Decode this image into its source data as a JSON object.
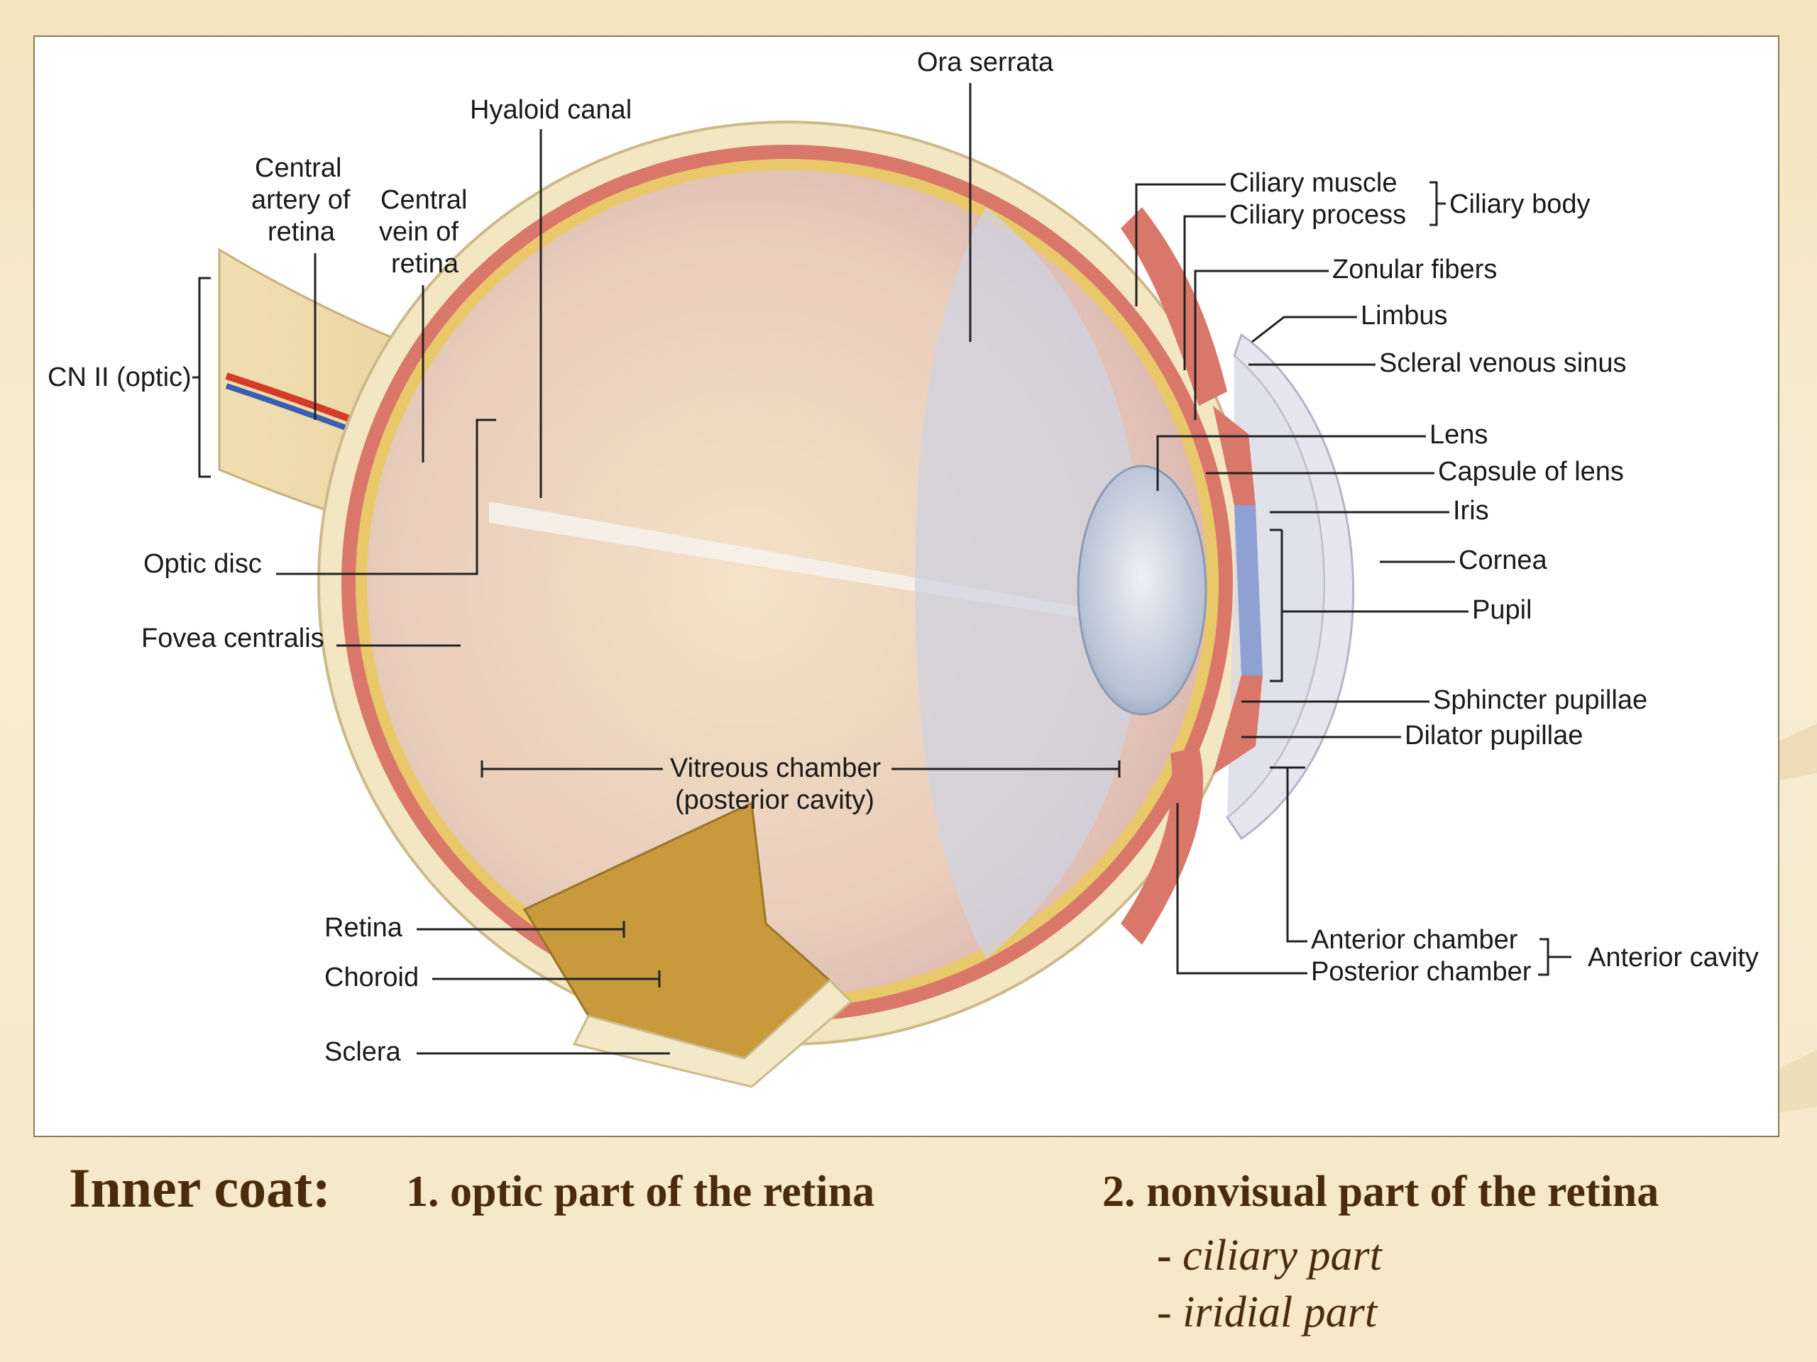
{
  "labels": {
    "ora_serrata": "Ora serrata",
    "hyaloid_canal": "Hyaloid canal",
    "central_artery": [
      "Central",
      "artery of",
      "retina"
    ],
    "central_vein": [
      "Central",
      "vein of",
      "retina"
    ],
    "cn_ii": "CN II (optic)",
    "optic_disc": "Optic disc",
    "fovea_centralis": "Fovea centralis",
    "ciliary_muscle": "Ciliary muscle",
    "ciliary_process": "Ciliary process",
    "ciliary_body": "Ciliary body",
    "zonular_fibers": "Zonular fibers",
    "limbus": "Limbus",
    "scleral_venous_sinus": "Scleral venous sinus",
    "lens": "Lens",
    "capsule_of_lens": "Capsule of lens",
    "iris": "Iris",
    "cornea": "Cornea",
    "pupil": "Pupil",
    "sphincter_pupillae": "Sphincter pupillae",
    "dilator_pupillae": "Dilator pupillae",
    "vitreous_chamber": "Vitreous chamber",
    "posterior_cavity": "(posterior cavity)",
    "retina": "Retina",
    "choroid": "Choroid",
    "sclera": "Sclera",
    "anterior_chamber": "Anterior chamber",
    "posterior_chamber": "Posterior chamber",
    "anterior_cavity": "Anterior cavity"
  },
  "caption": {
    "title": "Inner coat:",
    "item1": "1. optic part of the retina",
    "item2": "2. nonvisual part of the retina",
    "sub1_dash": "- ",
    "sub1": "ciliary part",
    "sub2_dash": "- ",
    "sub2": "iridial part"
  },
  "colors": {
    "caption_text": "#4a2c0c",
    "background": "#f6e8c8",
    "sclera": "#f2e6c3",
    "choroid": "#d9786a",
    "vitreous": "#e6cdbd",
    "lens": "#c9d2e2",
    "artery": "#d63a2a",
    "vein": "#3a5fb0"
  }
}
